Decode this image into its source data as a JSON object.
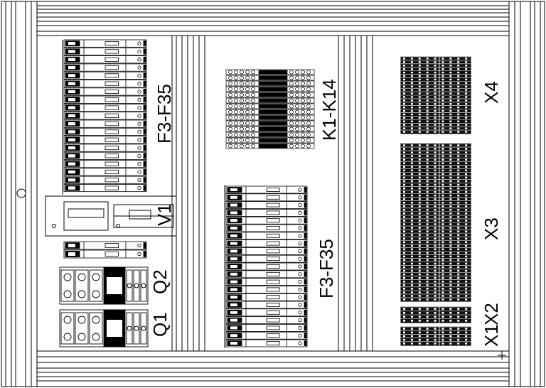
{
  "labels": {
    "left_breakers": "F3-F35",
    "voltmeter": "V1",
    "breaker_q2": "Q2",
    "breaker_q1": "Q1",
    "relays": "K1-K14",
    "center_breakers": "F3-F35",
    "terminal_x4": "X4",
    "terminal_x3": "X3",
    "terminal_x2": "X2",
    "terminal_x1": "X1"
  }
}
